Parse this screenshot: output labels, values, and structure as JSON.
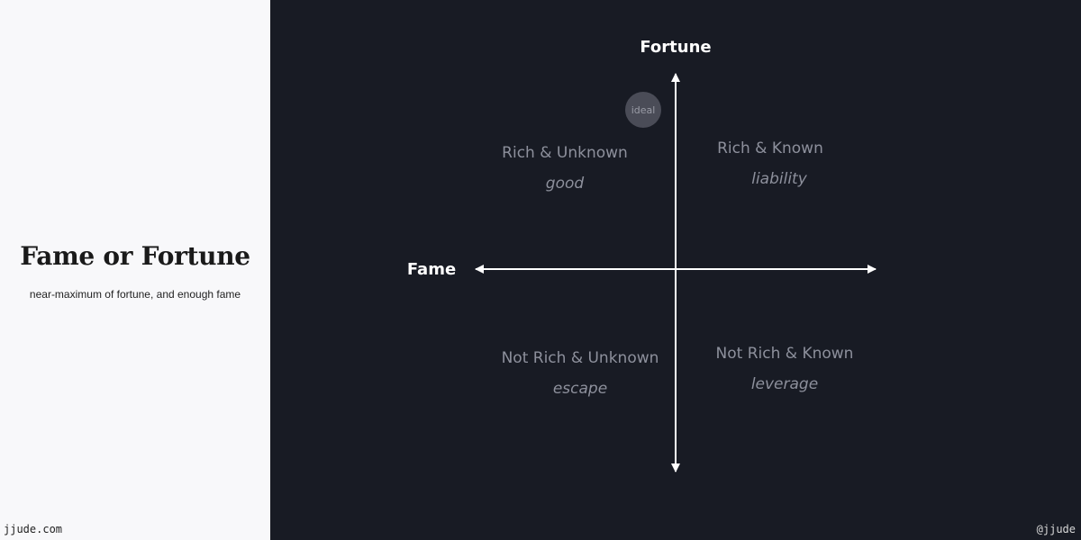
{
  "sidebar": {
    "title": "Fame or Fortune",
    "subtitle": "near-maximum of fortune, and enough fame",
    "footer": "jjude.com"
  },
  "diagram": {
    "y_axis_label": "Fortune",
    "x_axis_label": "Fame",
    "ideal_label": "ideal",
    "quadrants": {
      "top_left": {
        "title": "Rich & Unknown",
        "subtitle": "good"
      },
      "top_right": {
        "title": "Rich & Known",
        "subtitle": "liability"
      },
      "bottom_left": {
        "title": "Not Rich & Unknown",
        "subtitle": "escape"
      },
      "bottom_right": {
        "title": "Not Rich & Known",
        "subtitle": "leverage"
      }
    },
    "footer": "@jjude",
    "colors": {
      "background": "#181b24",
      "axis": "#ffffff",
      "quadrant_text": "#8d909c",
      "ideal_marker": "#4a4c57"
    }
  }
}
